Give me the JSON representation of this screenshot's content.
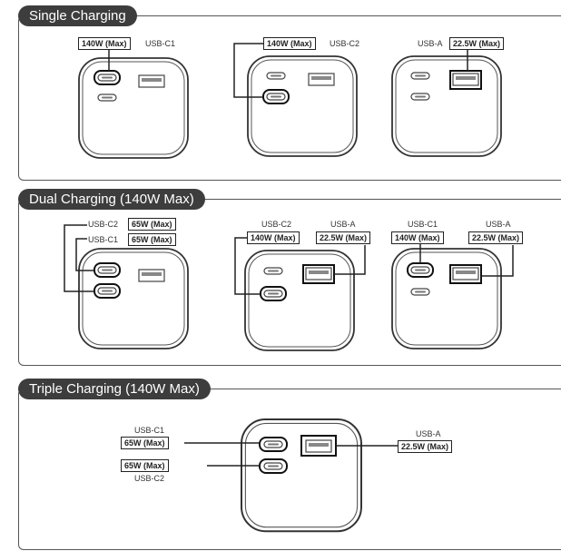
{
  "sections": {
    "single": {
      "title": "Single Charging",
      "c1": {
        "port": "USB-C1",
        "power": "140W (Max)"
      },
      "c2": {
        "port": "USB-C2",
        "power": "140W (Max)"
      },
      "a": {
        "port": "USB-A",
        "power": "22.5W (Max)"
      }
    },
    "dual": {
      "title": "Dual Charging (140W Max)",
      "c2c1": {
        "port_c2": "USB-C2",
        "power_c2": "65W (Max)",
        "port_c1": "USB-C1",
        "power_c1": "65W (Max)"
      },
      "c2a": {
        "port_c2": "USB-C2",
        "power_c2": "140W (Max)",
        "port_a": "USB-A",
        "power_a": "22.5W (Max)"
      },
      "c1a": {
        "port_c1": "USB-C1",
        "power_c1": "140W (Max)",
        "port_a": "USB-A",
        "power_a": "22.5W (Max)"
      }
    },
    "triple": {
      "title": "Triple Charging (140W Max)",
      "port_c1": "USB-C1",
      "power_c1": "65W (Max)",
      "port_c2": "USB-C2",
      "power_c2": "65W (Max)",
      "port_a": "USB-A",
      "power_a": "22.5W (Max)"
    }
  }
}
